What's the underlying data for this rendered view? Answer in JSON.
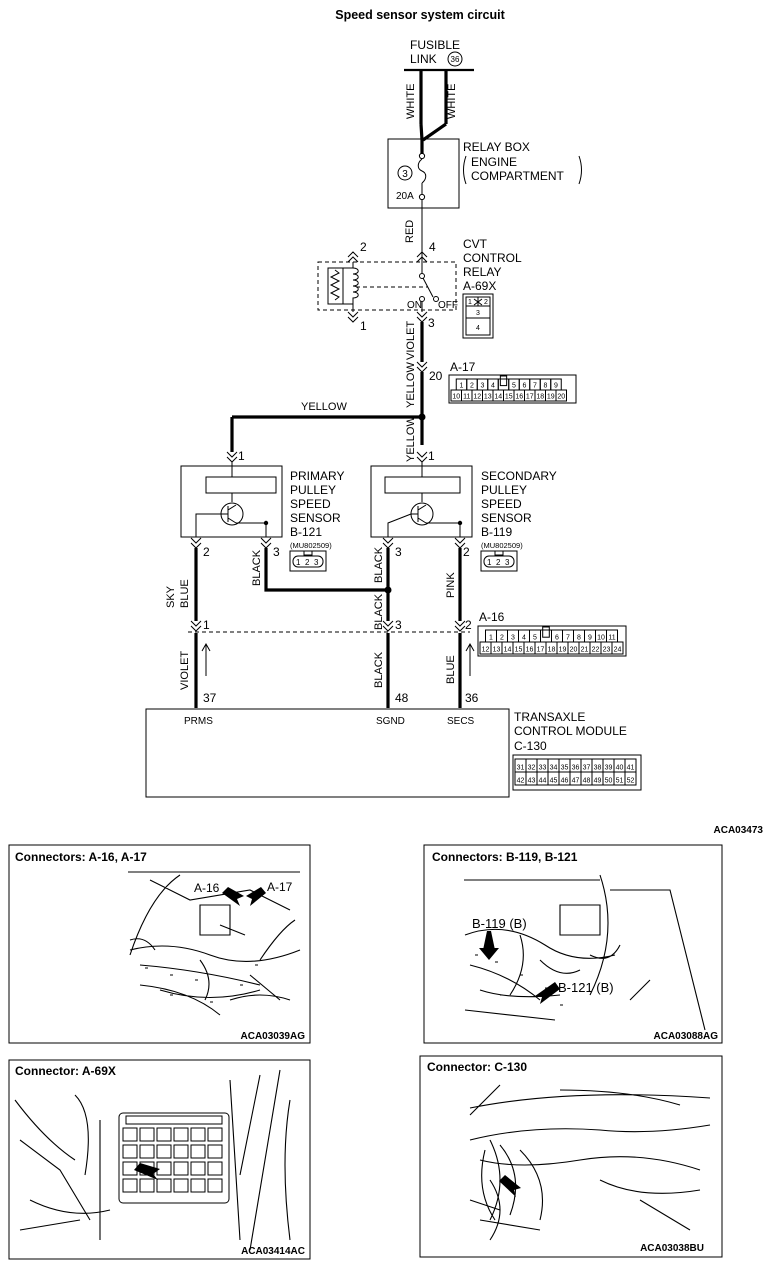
{
  "title": "Speed sensor system circuit",
  "fusible_link": {
    "line1": "FUSIBLE",
    "line2": "LINK",
    "number": "36"
  },
  "wire_colors": {
    "white_left": "WHITE",
    "white_right": "WHITE",
    "red": "RED",
    "violet_relay": "VIOLET",
    "yellow_vertical": "YELLOW",
    "yellow_horizontal": "YELLOW",
    "yellow_secondary": "YELLOW",
    "sky_blue_line1": "SKY",
    "sky_blue_line2": "BLUE",
    "black_primary": "BLACK",
    "black_secondary": "BLACK",
    "pink": "PINK",
    "black_lower": "BLACK",
    "black_bottom": "BLACK",
    "violet_bottom": "VIOLET",
    "blue_bottom": "BLUE"
  },
  "relay_box": {
    "line1": "RELAY BOX",
    "line2": "ENGINE",
    "line3": "COMPARTMENT",
    "fuse_number": "3",
    "fuse_rating": "20A"
  },
  "cvt_relay": {
    "line1": "CVT",
    "line2": "CONTROL",
    "line3": "RELAY",
    "connector": "A-69X",
    "on_label": "ON",
    "off_label": "OFF",
    "pins": [
      "1",
      "2",
      "3",
      "4"
    ]
  },
  "terminals": {
    "t2": "2",
    "t4": "4",
    "t1": "1",
    "t3": "3",
    "t20": "20",
    "p1": "1",
    "s1": "1",
    "p2": "2",
    "p3": "3",
    "s3": "3",
    "s2": "2",
    "j1": "1",
    "j3": "3",
    "j2": "2",
    "m37": "37",
    "m48": "48",
    "m36": "36"
  },
  "a17": {
    "label": "A-17",
    "row1": [
      "1",
      "2",
      "3",
      "4",
      "",
      "5",
      "6",
      "7",
      "8",
      "9"
    ],
    "row2": [
      "10",
      "11",
      "12",
      "13",
      "14",
      "15",
      "16",
      "17",
      "18",
      "19",
      "20"
    ]
  },
  "primary_sensor": {
    "line1": "PRIMARY",
    "line2": "PULLEY",
    "line3": "SPEED",
    "line4": "SENSOR",
    "connector": "B-121",
    "part": "(MU802509)",
    "pins": [
      "1",
      "2",
      "3"
    ]
  },
  "secondary_sensor": {
    "line1": "SECONDARY",
    "line2": "PULLEY",
    "line3": "SPEED",
    "line4": "SENSOR",
    "connector": "B-119",
    "part": "(MU802509)",
    "pins": [
      "1",
      "2",
      "3"
    ]
  },
  "a16": {
    "label": "A-16",
    "row1": [
      "1",
      "2",
      "3",
      "4",
      "5",
      "",
      "6",
      "7",
      "8",
      "9",
      "10",
      "11"
    ],
    "row2": [
      "12",
      "13",
      "14",
      "15",
      "16",
      "17",
      "18",
      "19",
      "20",
      "21",
      "22",
      "23",
      "24"
    ]
  },
  "tcm": {
    "line1": "TRANSAXLE",
    "line2": "CONTROL MODULE",
    "connector": "C-130",
    "prms": "PRMS",
    "sgnd": "SGND",
    "secs": "SECS",
    "row1": [
      "31",
      "32",
      "33",
      "34",
      "35",
      "36",
      "37",
      "38",
      "39",
      "40",
      "41"
    ],
    "row2": [
      "42",
      "43",
      "44",
      "45",
      "46",
      "47",
      "48",
      "49",
      "50",
      "51",
      "52"
    ]
  },
  "figure_code": "ACA03473",
  "panels": {
    "a16_a17": {
      "title": "Connectors: A-16, A-17",
      "callout1": "A-16",
      "callout2": "A-17",
      "code": "ACA03039AG"
    },
    "b119_b121": {
      "title": "Connectors: B-119, B-121",
      "callout1": "B-119 (B)",
      "callout2": "B-121 (B)",
      "code": "ACA03088AG"
    },
    "a69x": {
      "title": "Connector: A-69X",
      "code": "ACA03414AC"
    },
    "c130": {
      "title": "Connector: C-130",
      "code": "ACA03038BU"
    }
  }
}
